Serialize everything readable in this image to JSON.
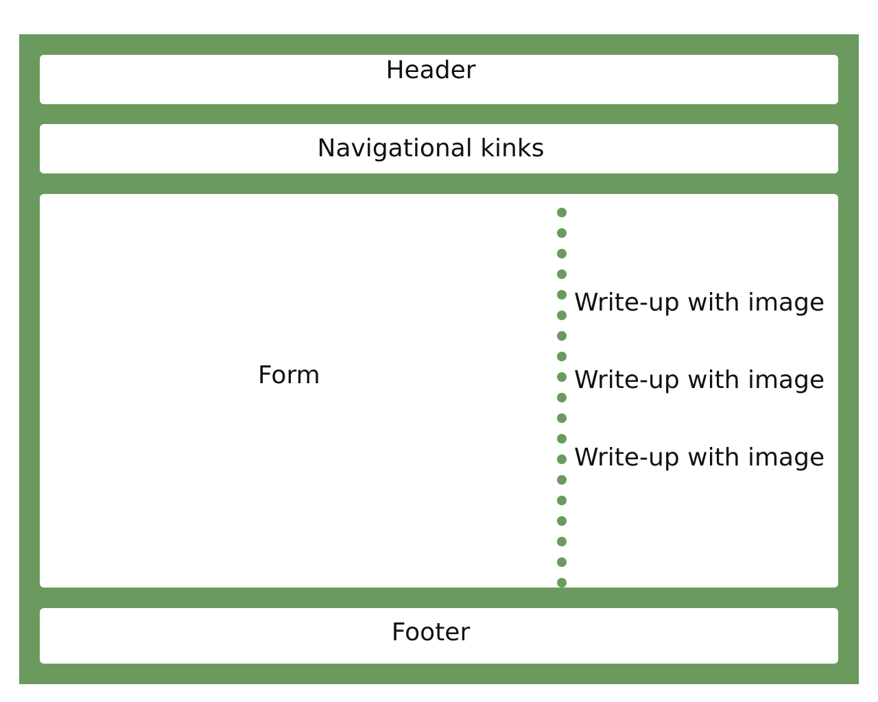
{
  "colors": {
    "frame_green": "#6a9a5e",
    "panel_white": "#ffffff",
    "text": "#111111"
  },
  "header": {
    "label": "Header"
  },
  "navigation": {
    "label": "Navigational kinks"
  },
  "main": {
    "form_label": "Form",
    "writeups": [
      {
        "label": "Write-up with image"
      },
      {
        "label": "Write-up with image"
      },
      {
        "label": "Write-up with image"
      }
    ]
  },
  "footer": {
    "label": "Footer"
  }
}
